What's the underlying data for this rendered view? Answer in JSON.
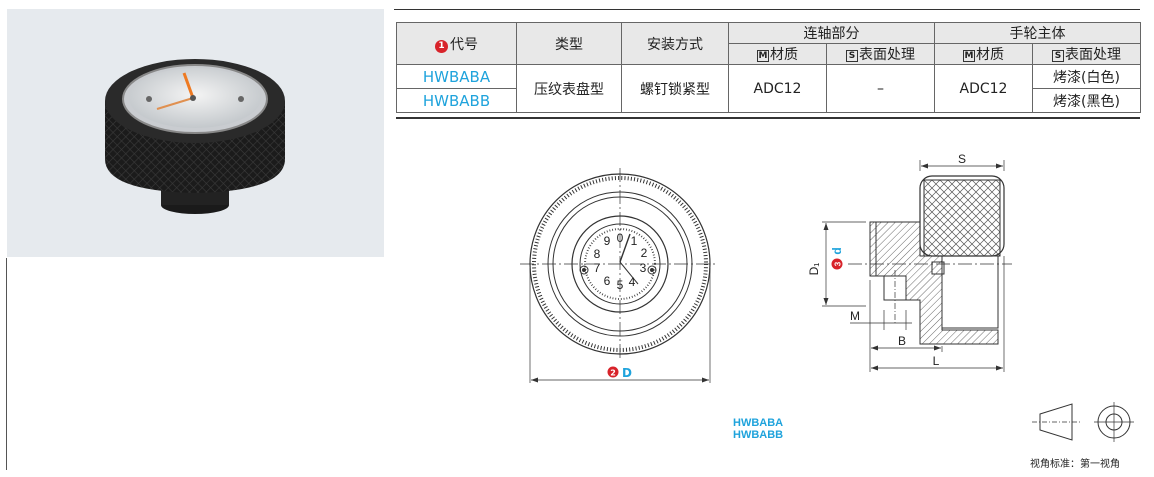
{
  "table": {
    "headers": {
      "code": "代号",
      "code_marker": "1",
      "type": "类型",
      "mount": "安装方式",
      "shaft_group": "连轴部分",
      "wheel_group": "手轮主体",
      "material": "材质",
      "material_marker": "M",
      "surface": "表面处理",
      "surface_marker": "S"
    },
    "rows": [
      {
        "code": "HWBABA",
        "type": "压纹表盘型",
        "mount": "螺钉锁紧型",
        "shaft_material": "ADC12",
        "shaft_surface": "–",
        "wheel_material": "ADC12",
        "wheel_surface": "烤漆(白色)"
      },
      {
        "code": "HWBABB",
        "wheel_surface": "烤漆(黑色)"
      }
    ]
  },
  "drawing": {
    "dial_numbers": [
      "0",
      "1",
      "2",
      "3",
      "4",
      "5",
      "6",
      "7",
      "8",
      "9"
    ],
    "dim_D": "D",
    "dim_D_marker": "2",
    "dim_d": "d",
    "dim_d_marker": "3",
    "dim_D1": "D₁",
    "dim_S": "S",
    "dim_M": "M",
    "dim_B": "B",
    "dim_L": "L"
  },
  "series_codes": [
    "HWBABA",
    "HWBABB"
  ],
  "projection_note": "视角标准：第一视角",
  "colors": {
    "accent": "#1fa3dc",
    "marker": "#d8232a",
    "header_bg": "#e8e8e8"
  }
}
